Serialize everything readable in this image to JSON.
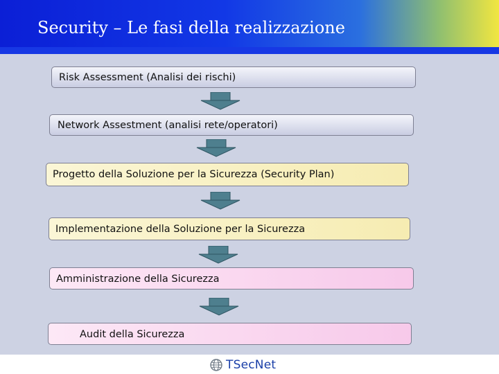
{
  "header": {
    "title": "Security – Le fasi della realizzazione"
  },
  "steps": [
    {
      "label": "Risk Assessment (Analisi dei rischi)"
    },
    {
      "label": "Network Assestment (analisi rete/operatori)"
    },
    {
      "label": "Progetto della Soluzione per la Sicurezza (Security Plan)"
    },
    {
      "label": "Implementazione della Soluzione per la Sicurezza"
    },
    {
      "label": "Amministrazione della Sicurezza"
    },
    {
      "label": "Audit della Sicurezza"
    }
  ],
  "footer": {
    "logo_text": "TSecNet",
    "logo_icon": "globe-icon"
  },
  "colors": {
    "header_blue": "#0b1fd6",
    "header_yellow": "#f2e640",
    "content_bg": "#cdd2e3",
    "arrow_teal": "#4e7f8e",
    "step_blue": "#c9cde2",
    "step_yellow": "#f6ecb2",
    "step_pink": "#f7c9ea"
  }
}
